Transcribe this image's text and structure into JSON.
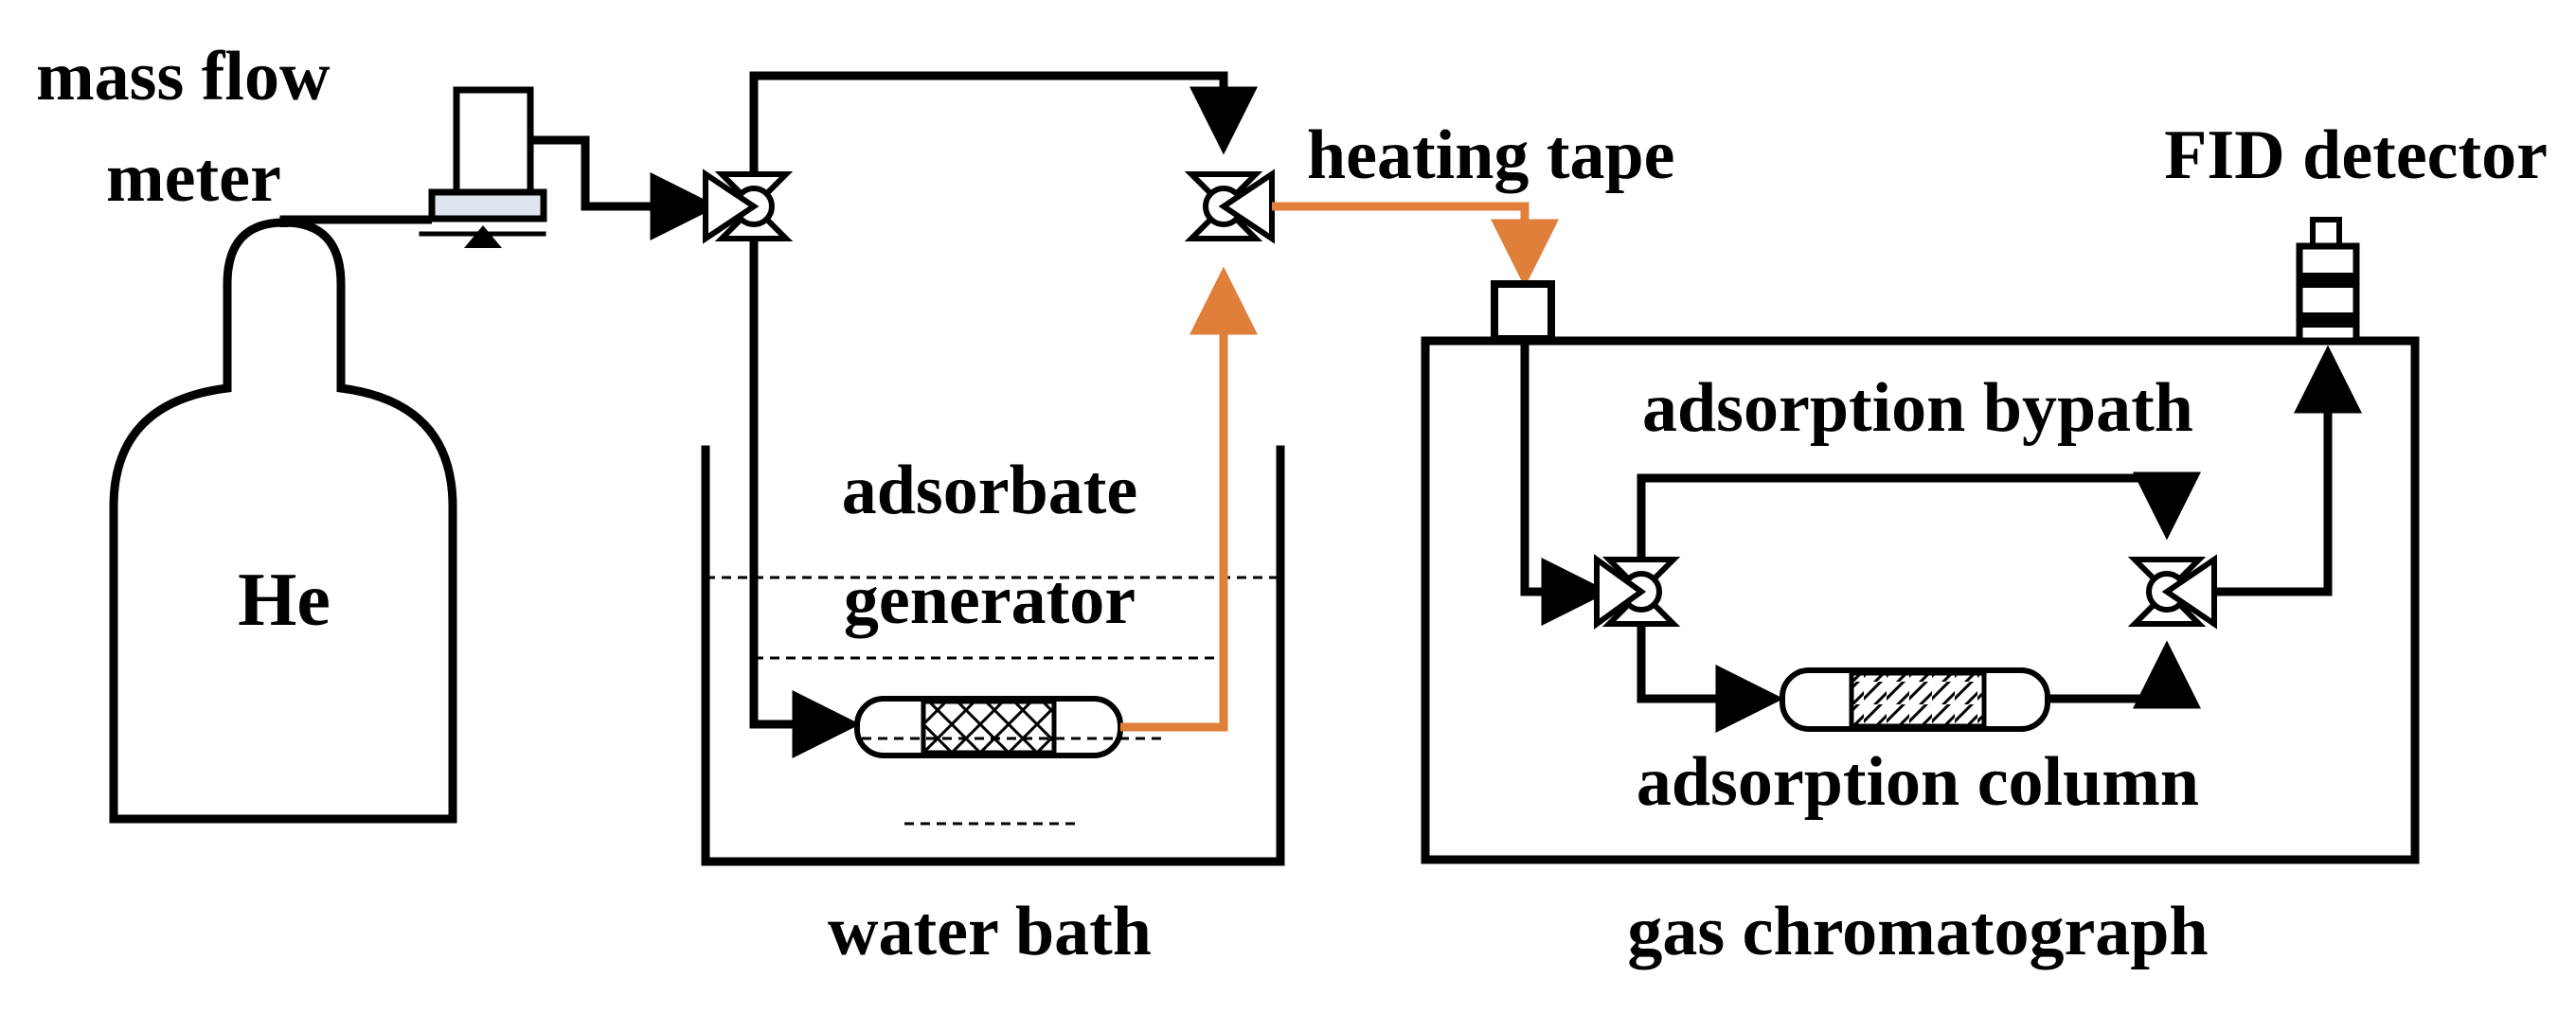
{
  "labels": {
    "mass_flow_meter_line1": "mass flow",
    "mass_flow_meter_line2": "meter",
    "helium": "He",
    "heating_tape": "heating tape",
    "fid_detector": "FID detector",
    "adsorbate_generator_line1": "adsorbate",
    "adsorbate_generator_line2": "generator",
    "adsorption_bypath": "adsorption bypath",
    "adsorption_column": "adsorption column",
    "water_bath": "water bath",
    "gas_chromatograph": "gas chromatograph"
  },
  "colors": {
    "line": "#000000",
    "heated_line": "#e07f3a",
    "background": "#ffffff"
  }
}
